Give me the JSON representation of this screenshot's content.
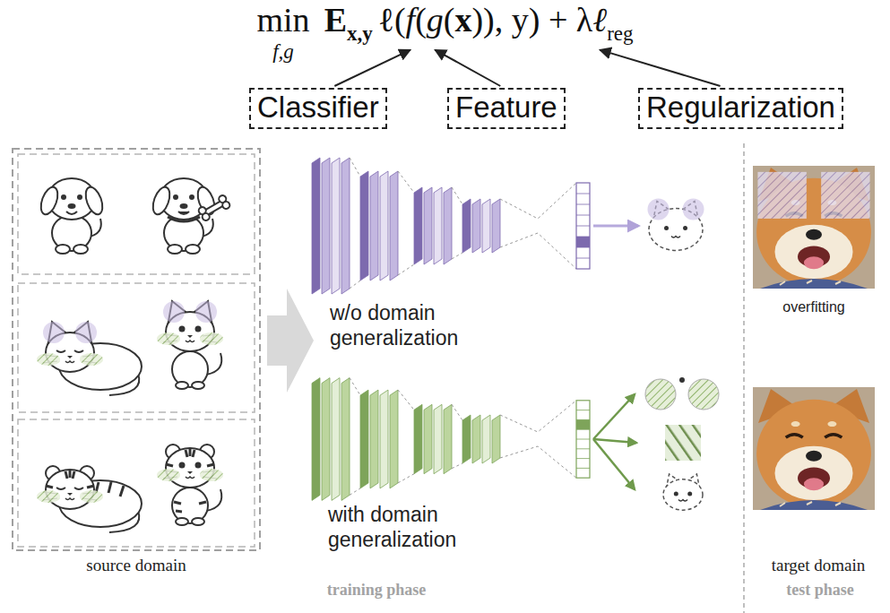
{
  "diagram": {
    "nodes": [
      {
        "text": [
          "Classifier"
        ]
      },
      {
        "text": [
          "Feature"
        ]
      },
      {
        "text": [
          "Regularization"
        ]
      }
    ],
    "labels": [
      "min",
      "f,g",
      "E",
      "x,y",
      "ℓ(",
      "f",
      "(",
      "g",
      "(",
      "x",
      ")), y) + λ",
      "ℓ",
      "reg",
      "w/o domain generalization",
      "with domain generalization",
      "overfitting",
      "source domain",
      "training phase",
      "target domain",
      "test phase"
    ]
  }
}
